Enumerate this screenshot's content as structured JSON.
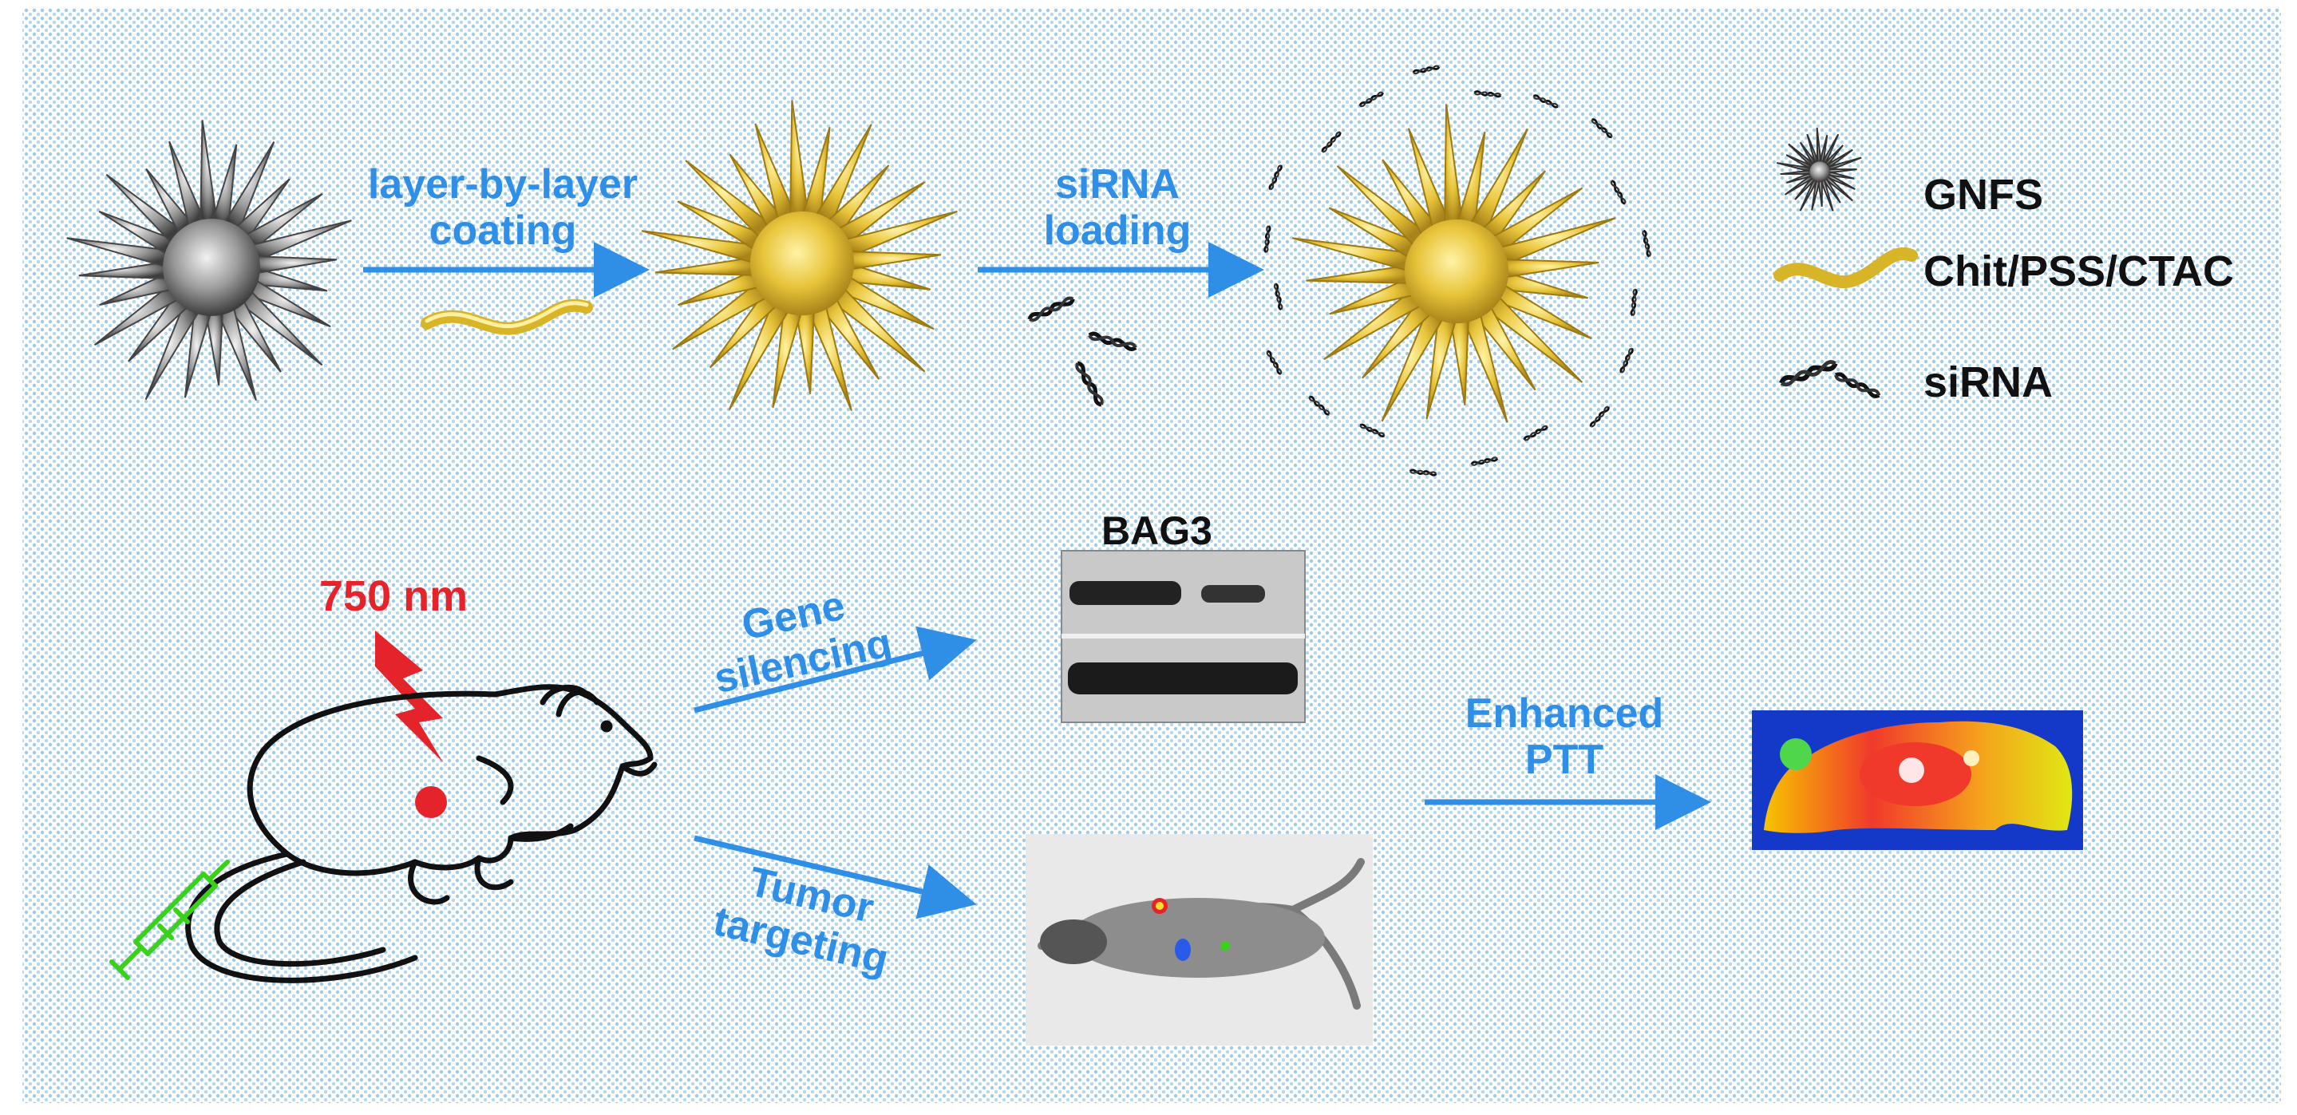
{
  "steps": {
    "coating_line1": "layer-by-layer",
    "coating_line2": "coating",
    "loading_line1": "siRNA",
    "loading_line2": "loading"
  },
  "legend": {
    "gnfs": "GNFS",
    "polymer": "Chit/PSS/CTAC",
    "sirna": "siRNA"
  },
  "laser": "750 nm",
  "western_blot_title": "BAG3",
  "paths": {
    "gene_line1": "Gene",
    "gene_line2": "silencing",
    "tumor_line1": "Tumor",
    "tumor_line2": "targeting",
    "ptt_line1": "Enhanced",
    "ptt_line2": "PTT"
  },
  "colors": {
    "background": "#cfe6f3",
    "arrow": "#2f8fe6",
    "label_blue": "#2f8fe6",
    "gold": "#e8c43a",
    "gray_star": "#8a8a8a",
    "laser_red": "#e5232a",
    "syringe_green": "#39d11a"
  }
}
